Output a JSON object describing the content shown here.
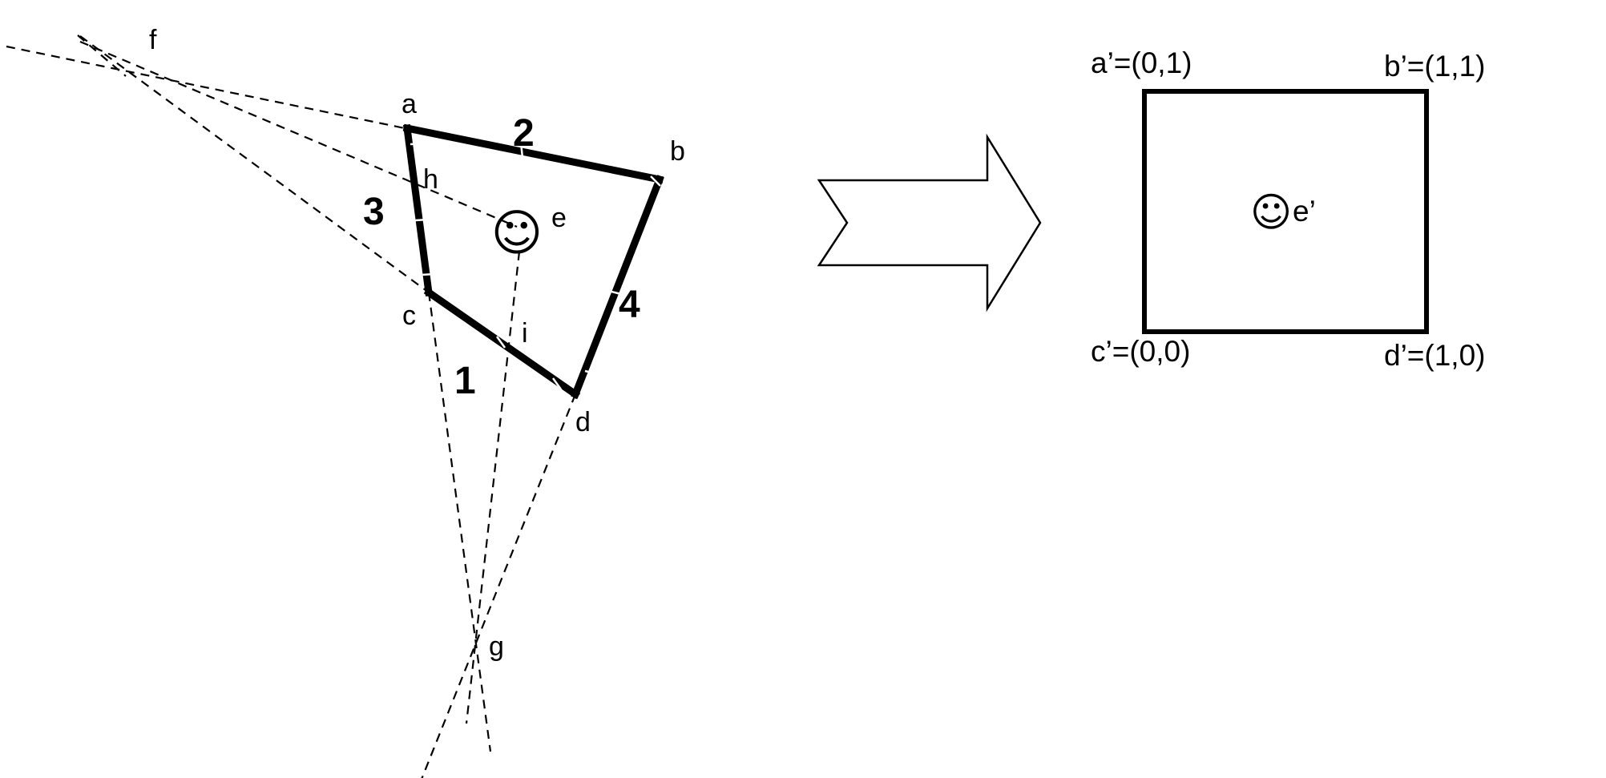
{
  "left_figure": {
    "point_labels": {
      "a": "a",
      "b": "b",
      "c": "c",
      "d": "d",
      "e": "e",
      "f": "f",
      "g": "g",
      "h": "h",
      "i": "i"
    },
    "edge_numbers": {
      "edge_1": "1",
      "edge_2": "2",
      "edge_3": "3",
      "edge_4": "4"
    },
    "smiley_glyph": "☺"
  },
  "arrow": {
    "icon": "right-arrow-icon",
    "direction": "right"
  },
  "right_figure": {
    "corner_labels": {
      "a_prime": "a’=(0,1)",
      "b_prime": "b’=(1,1)",
      "c_prime": "c’=(0,0)",
      "d_prime": "d’=(1,0)"
    },
    "center_label": "e’",
    "smiley_glyph": "☺"
  },
  "colors": {
    "stroke": "#000000",
    "background": "#ffffff"
  }
}
